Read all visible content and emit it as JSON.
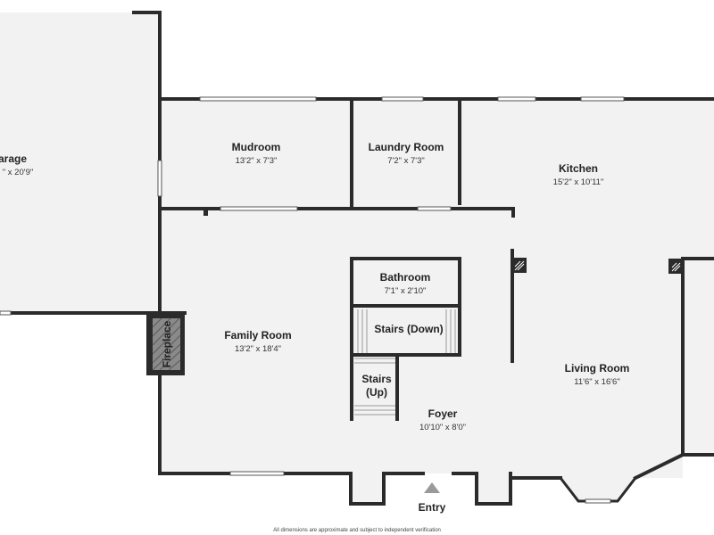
{
  "plan": {
    "rooms": [
      {
        "id": "garage",
        "name": "arage",
        "dims": "\" x 20'9\""
      },
      {
        "id": "mudroom",
        "name": "Mudroom",
        "dims": "13'2\" x 7'3\""
      },
      {
        "id": "laundry",
        "name": "Laundry Room",
        "dims": "7'2\" x 7'3\""
      },
      {
        "id": "kitchen",
        "name": "Kitchen",
        "dims": "15'2\" x 10'11\""
      },
      {
        "id": "bathroom",
        "name": "Bathroom",
        "dims": "7'1\" x 2'10\""
      },
      {
        "id": "stairs-down",
        "name": "Stairs (Down)",
        "dims": ""
      },
      {
        "id": "stairs-up",
        "name": "Stairs (Up)",
        "name_line1": "Stairs",
        "name_line2": "(Up)",
        "dims": ""
      },
      {
        "id": "family-room",
        "name": "Family Room",
        "dims": "13'2\" x 18'4\""
      },
      {
        "id": "living-room",
        "name": "Living Room",
        "dims": "11'6\" x 16'6\""
      },
      {
        "id": "foyer",
        "name": "Foyer",
        "dims": "10'10\" x 8'0\""
      }
    ],
    "fireplace_label": "Fireplace",
    "entry_label": "Entry",
    "disclaimer": "All dimensions are approximate and subject to independent verification",
    "colors": {
      "wall": "#2b2b2b",
      "floor": "#f2f2f2",
      "window": "#ffffff"
    }
  }
}
